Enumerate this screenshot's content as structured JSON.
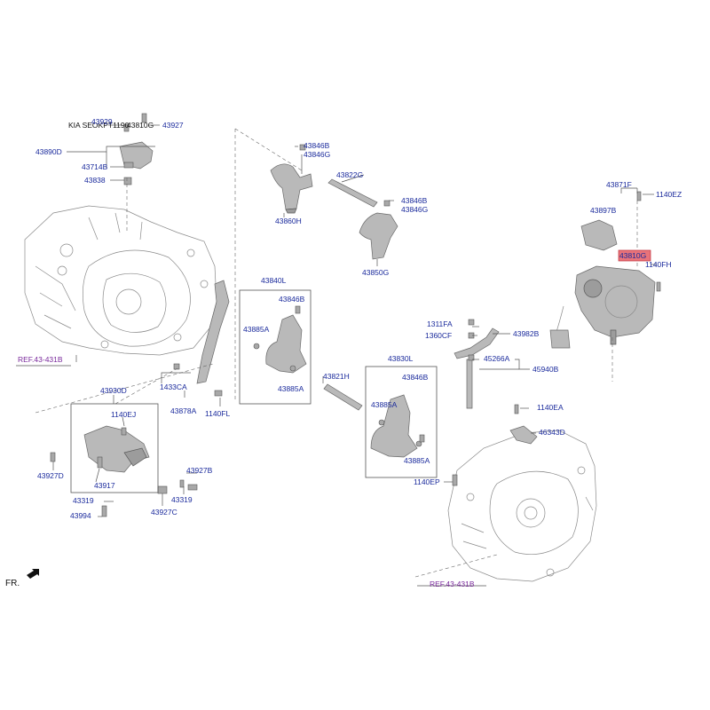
{
  "header_text": "KIA SEOKPT1190",
  "labels": {
    "p43929": "43929",
    "p43810G_top": "43810G",
    "p43927": "43927",
    "p43890D": "43890D",
    "p43714B": "43714B",
    "p43838": "43838",
    "p43846B_1": "43846B",
    "p43846G_1": "43846G",
    "p43822G": "43822G",
    "p43846B_2": "43846B",
    "p43846G_2": "43846G",
    "p43860H": "43860H",
    "p43850G": "43850G",
    "p43871F": "43871F",
    "p1140EZ": "1140EZ",
    "p43897B": "43897B",
    "p43810G": "43810G",
    "p1140FH": "1140FH",
    "p43840L": "43840L",
    "p43846B_3": "43846B",
    "p43885A_1": "43885A",
    "p43885A_2": "43885A",
    "p1311FA": "1311FA",
    "p1360CF": "1360CF",
    "p43982B": "43982B",
    "p45266A": "45266A",
    "p45940B": "45940B",
    "p43830L": "43830L",
    "p43846B_4": "43846B",
    "p43885A_3": "43885A",
    "p43885A_4": "43885A",
    "p43821H": "43821H",
    "p1433CA": "1433CA",
    "p43878A": "43878A",
    "p1140FL": "1140FL",
    "p43930D": "43930D",
    "p1140EJ": "1140EJ",
    "p43927D": "43927D",
    "p43917": "43917",
    "p43927B": "43927B",
    "p43319_1": "43319",
    "p43319_2": "43319",
    "p43927C": "43927C",
    "p43994": "43994",
    "p1140EA": "1140EA",
    "p46343D": "46343D",
    "p1140EP": "1140EP",
    "ref_left": "REF.43-431B",
    "ref_right": "REF.43-431B",
    "fr": "FR."
  },
  "colors": {
    "label": "#1a2a9c",
    "reference": "#7a2a9c",
    "highlight_fill": "#e8737a",
    "highlight_border": "#c0303a"
  }
}
